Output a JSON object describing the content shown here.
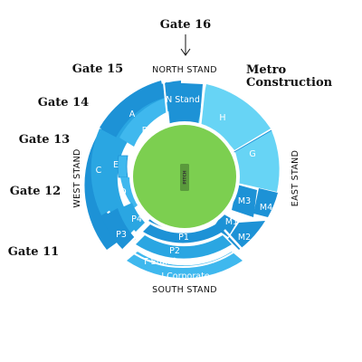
{
  "gates": {
    "gate16": "Gate 16",
    "gate15": "Gate 15",
    "gate14": "Gate 14",
    "gate13": "Gate 13",
    "gate12": "Gate 12",
    "gate11": "Gate 11"
  },
  "metro": {
    "line1": "Metro",
    "line2": "Construction"
  },
  "stands": {
    "north": "NORTH STAND",
    "south": "SOUTH STAND",
    "east": "EAST STAND",
    "west": "WEST STAND"
  },
  "sections": {
    "n_stand": "N Stand",
    "a": "A",
    "b": "B",
    "c": "C",
    "d": "D",
    "e": "E",
    "h": "H",
    "g": "G",
    "m1": "M1",
    "m2": "M2",
    "m3": "M3",
    "m4": "M4",
    "p1": "P1",
    "p2": "P2",
    "p3": "P3",
    "p4": "P4",
    "t_stand": "T Stand",
    "j_corporate": "J Corporate"
  },
  "pitch": {
    "label": "PITCH"
  },
  "colors": {
    "outer_blue": "#1d92d6",
    "mid_blue": "#2aa6e2",
    "inner_blue": "#3fb8ee",
    "east_light": "#67d4f5",
    "field_green": "#7ccf50",
    "pitch_strip": "#5a9a3c",
    "ring_white": "#ffffff"
  }
}
